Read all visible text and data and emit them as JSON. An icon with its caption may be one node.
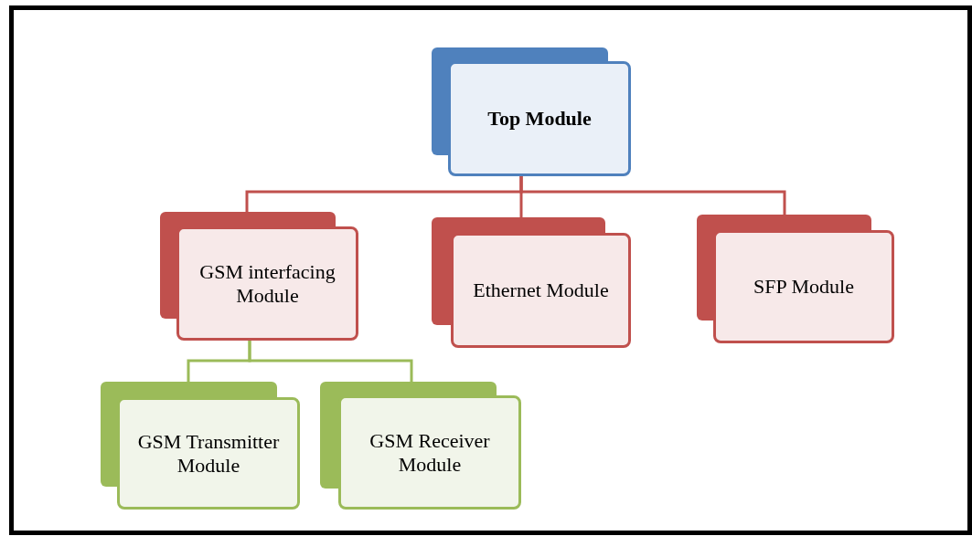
{
  "diagram": {
    "nodes": [
      {
        "text": [
          "Top Module"
        ]
      },
      {
        "text": [
          "GSM interfacing Module"
        ]
      },
      {
        "text": [
          "Ethernet Module"
        ]
      },
      {
        "text": [
          "SFP Module"
        ]
      },
      {
        "text": [
          "GSM Transmitter Module"
        ]
      },
      {
        "text": [
          "GSM Receiver Module"
        ]
      }
    ],
    "edges": [
      {
        "from": 0,
        "to": 1,
        "arrow": "none"
      },
      {
        "from": 0,
        "to": 2,
        "arrow": "none"
      },
      {
        "from": 0,
        "to": 3,
        "arrow": "none"
      },
      {
        "from": 1,
        "to": 4,
        "arrow": "none",
        "color": "#9bbb59"
      },
      {
        "from": 1,
        "to": 5,
        "arrow": "none",
        "color": "#9bbb59"
      }
    ]
  }
}
